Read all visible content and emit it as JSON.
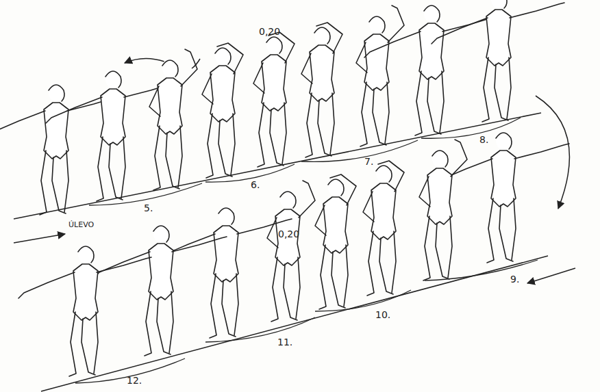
{
  "diagram": {
    "labels": [
      "0,20",
      "5.",
      "6.",
      "7.",
      "8.",
      "ÚLEVO",
      "0,20",
      "9.",
      "10.",
      "11.",
      "12."
    ]
  }
}
